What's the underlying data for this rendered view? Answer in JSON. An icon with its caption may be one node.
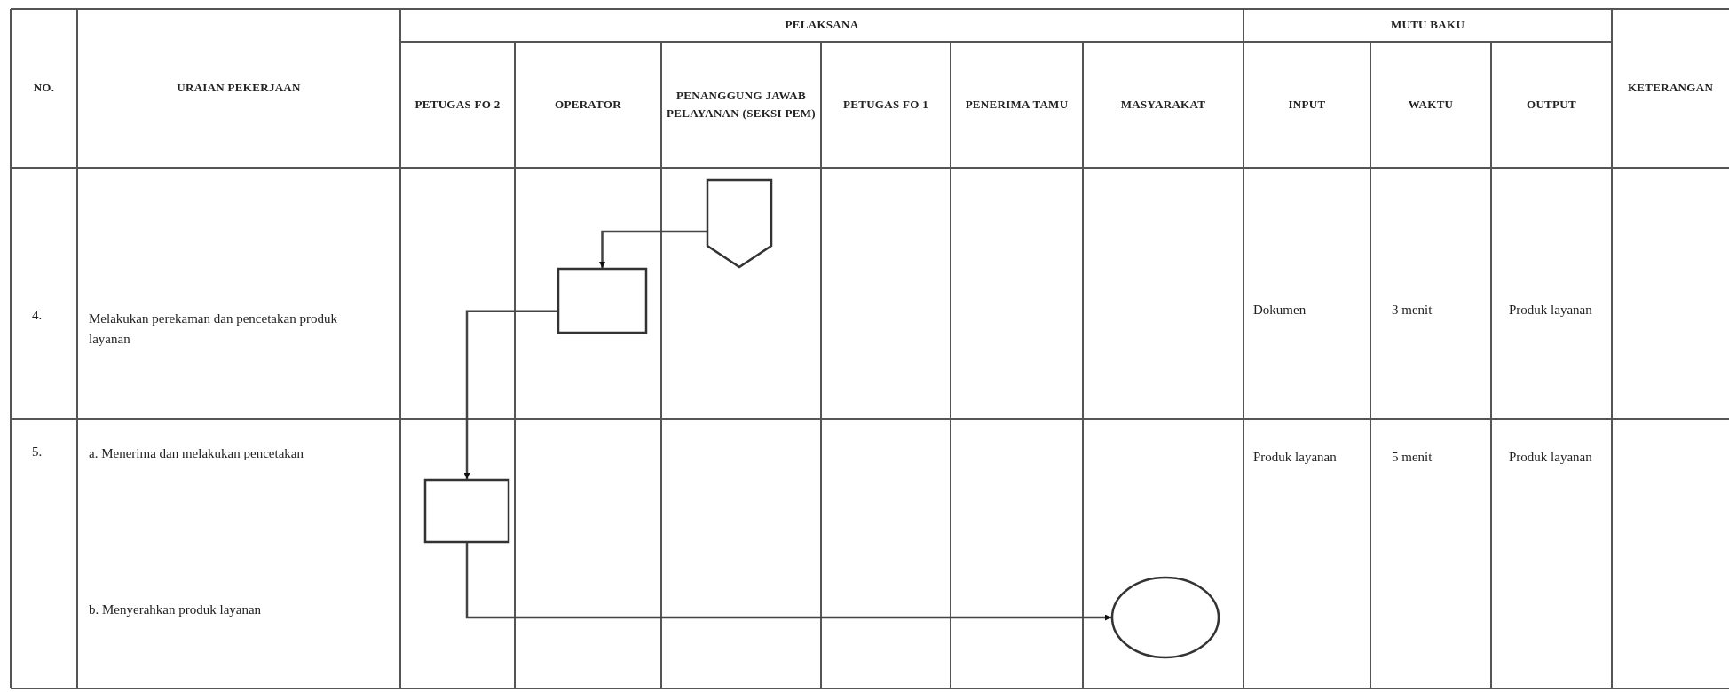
{
  "diagram": {
    "nodes": [
      {
        "text": [],
        "shape": "pentagon"
      },
      {
        "text": [],
        "shape": "box"
      },
      {
        "text": [],
        "shape": "box"
      },
      {
        "text": [],
        "shape": "circle"
      }
    ],
    "edges": [
      {
        "from": 0,
        "to": 1,
        "arrow": "to"
      },
      {
        "from": 1,
        "to": 2,
        "arrow": "to"
      },
      {
        "from": 2,
        "to": 3,
        "arrow": "to"
      }
    ],
    "labels": [
      "NO.",
      "URAIAN PEKERJAAN",
      "PELAKSANA",
      "MUTU BAKU",
      "KETERANGAN",
      "PETUGAS FO 2",
      "OPERATOR",
      "PENANGGUNG JAWAB PELAYANAN (SEKSI PEM)",
      "PETUGAS FO 1",
      "PENERIMA TAMU",
      "MASYARAKAT",
      "INPUT",
      "WAKTU",
      "OUTPUT",
      "4.",
      "Melakukan perekaman dan pencetakan produk layanan",
      "Dokumen",
      "3 menit",
      "Produk layanan",
      "5.",
      "a. Menerima dan melakukan pencetakan",
      "Produk layanan",
      "5 menit",
      "Produk layanan",
      "b. Menyerahkan produk layanan"
    ]
  }
}
